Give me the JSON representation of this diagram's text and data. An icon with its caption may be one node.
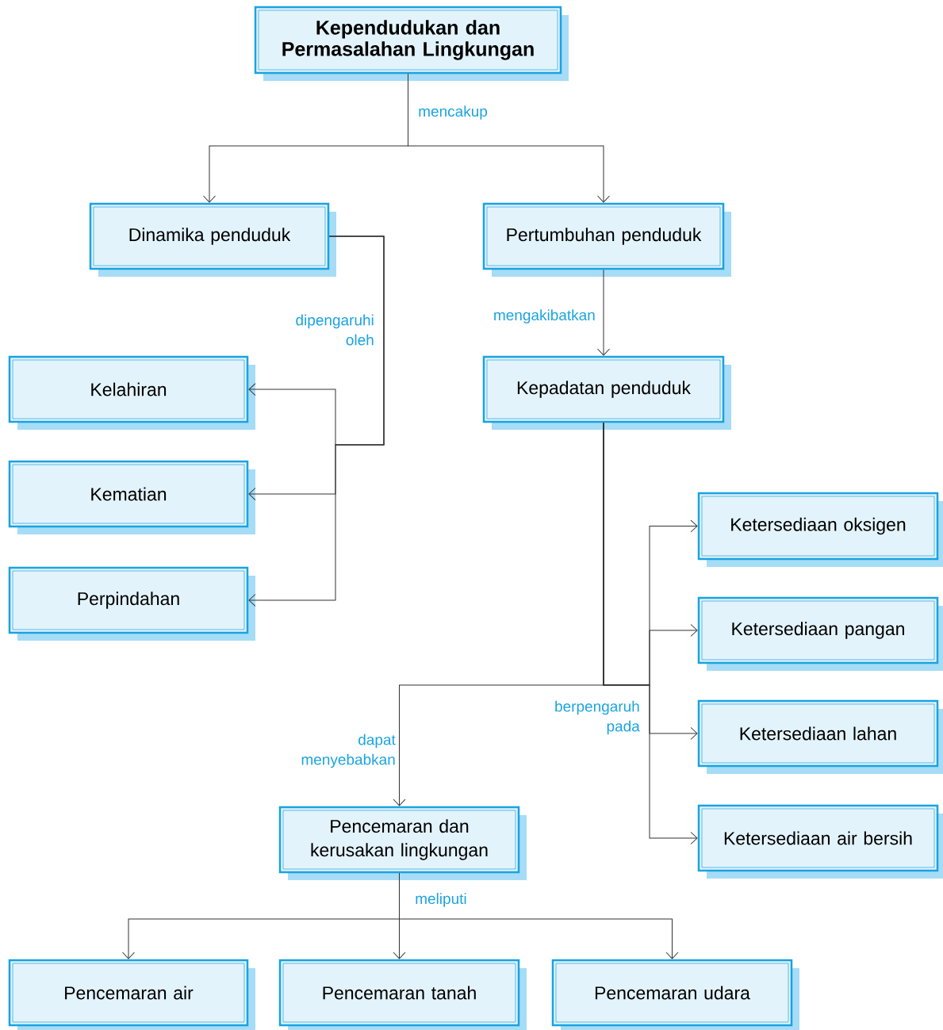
{
  "diagram": {
    "nodes": [
      {
        "text": [
          "Kependudukan dan Permasalahan Lingkungan"
        ]
      },
      {
        "text": [
          "Dinamika penduduk"
        ]
      },
      {
        "text": [
          "Pertumbuhan penduduk"
        ]
      },
      {
        "text": [
          "Kelahiran"
        ]
      },
      {
        "text": [
          "Kematian"
        ]
      },
      {
        "text": [
          "Perpindahan"
        ]
      },
      {
        "text": [
          "Kepadatan penduduk"
        ]
      },
      {
        "text": [
          "Ketersediaan oksigen"
        ]
      },
      {
        "text": [
          "Ketersediaan pangan"
        ]
      },
      {
        "text": [
          "Ketersediaan lahan"
        ]
      },
      {
        "text": [
          "Ketersediaan air bersih"
        ]
      },
      {
        "text": [
          "Pencemaran dan kerusakan lingkungan"
        ]
      },
      {
        "text": [
          "Pencemaran air"
        ]
      },
      {
        "text": [
          "Pencemaran tanah"
        ]
      },
      {
        "text": [
          "Pencemaran udara"
        ]
      }
    ],
    "edges": [
      {
        "from": 0,
        "to": 1,
        "arrow": "to",
        "label": "mencakup"
      },
      {
        "from": 0,
        "to": 2,
        "arrow": "to"
      },
      {
        "from": 1,
        "to": 3,
        "arrow": "to",
        "label": "dipengaruhi oleh"
      },
      {
        "from": 1,
        "to": 4,
        "arrow": "to"
      },
      {
        "from": 1,
        "to": 5,
        "arrow": "to"
      },
      {
        "from": 2,
        "to": 6,
        "arrow": "to",
        "label": "mengakibatkan"
      },
      {
        "from": 6,
        "to": 7,
        "arrow": "to",
        "label": "berpengaruh pada"
      },
      {
        "from": 6,
        "to": 8,
        "arrow": "to"
      },
      {
        "from": 6,
        "to": 9,
        "arrow": "to"
      },
      {
        "from": 6,
        "to": 10,
        "arrow": "to"
      },
      {
        "from": 6,
        "to": 11,
        "arrow": "to",
        "label": "dapat menyebabkan"
      },
      {
        "from": 11,
        "to": 12,
        "arrow": "to",
        "label": "meliputi"
      },
      {
        "from": 11,
        "to": 13,
        "arrow": "to"
      },
      {
        "from": 11,
        "to": 14,
        "arrow": "to"
      }
    ]
  }
}
